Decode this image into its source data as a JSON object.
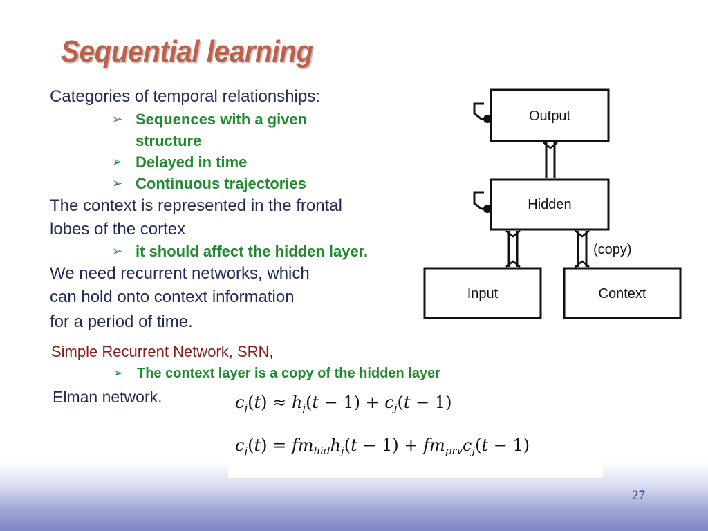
{
  "slide": {
    "title": "Sequential learning",
    "page_number": "27",
    "line1": "Categories of temporal relationships:",
    "bullets1": [
      "Sequences with a given",
      "structure",
      "Delayed in time",
      "Continuous trajectories"
    ],
    "line2a": "The context is represented in the frontal",
    "line2b": "lobes of the cortex",
    "bullet2": "it should affect the hidden layer.",
    "line3a": "We need recurrent networks, which",
    "line3b": "can hold onto context information",
    "line3c": "for a period of time.",
    "srn": "Simple Recurrent Network, SRN",
    "srn_comma": ",",
    "bullet3": "The context layer is a copy of the hidden layer",
    "elman": "Elman network.",
    "bullet_marker": "➢"
  },
  "diagram": {
    "nodes": {
      "output": "Output",
      "hidden": "Hidden",
      "input": "Input",
      "context": "Context"
    },
    "copy_label": "(copy)"
  },
  "equations": {
    "eq1": "c_j(t) ≈ h_j(t − 1) + c_j(t − 1)",
    "eq2": "c_j(t) = fm_hid h_j(t − 1) + fm_prv c_j(t − 1)"
  },
  "colors": {
    "title": "#c0604a",
    "body": "#222a58",
    "bullet": "#1f8a2e",
    "srn": "#8b1a1a"
  }
}
